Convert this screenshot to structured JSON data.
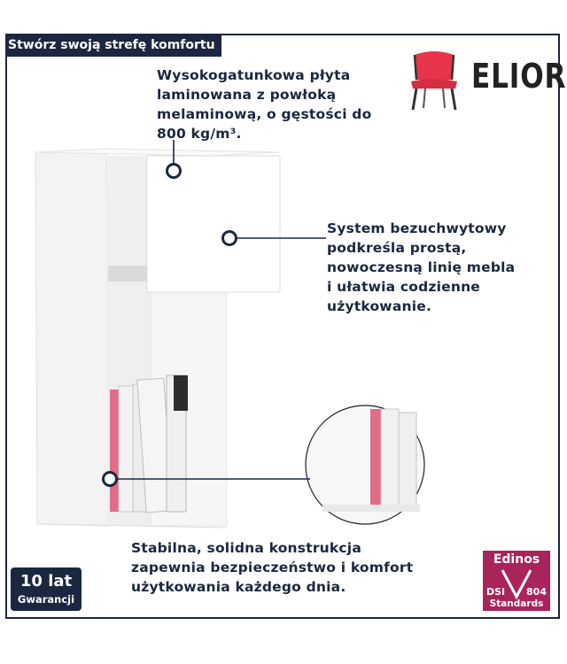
{
  "header": {
    "title": "Stwórz swoją strefę komfortu"
  },
  "brand": {
    "name": "ELIOR",
    "chair_color": "#e8344a"
  },
  "callouts": {
    "material": [
      "Wysokogatunkowa płyta",
      "laminowana z powłoką",
      "melaminową, o gęstości do",
      "800 kg/m³."
    ],
    "handleless": [
      "System bezuchwytowy",
      "podkreśla prostą,",
      "nowoczesną linię mebla",
      "i ułatwia codzienne",
      "użytkowanie."
    ],
    "stability": [
      "Stabilna, solidna konstrukcja",
      "zapewnia bezpieczeństwo i komfort",
      "użytkowania każdego dnia."
    ]
  },
  "warranty_badge": {
    "line1": "10 lat",
    "line2": "Gwarancji"
  },
  "certification_badge": {
    "line1": "Edinos",
    "left": "DSI",
    "right": "804",
    "line3": "Standards"
  },
  "colors": {
    "navy": "#1b2740",
    "magenta": "#a8245a",
    "white": "#ffffff"
  }
}
